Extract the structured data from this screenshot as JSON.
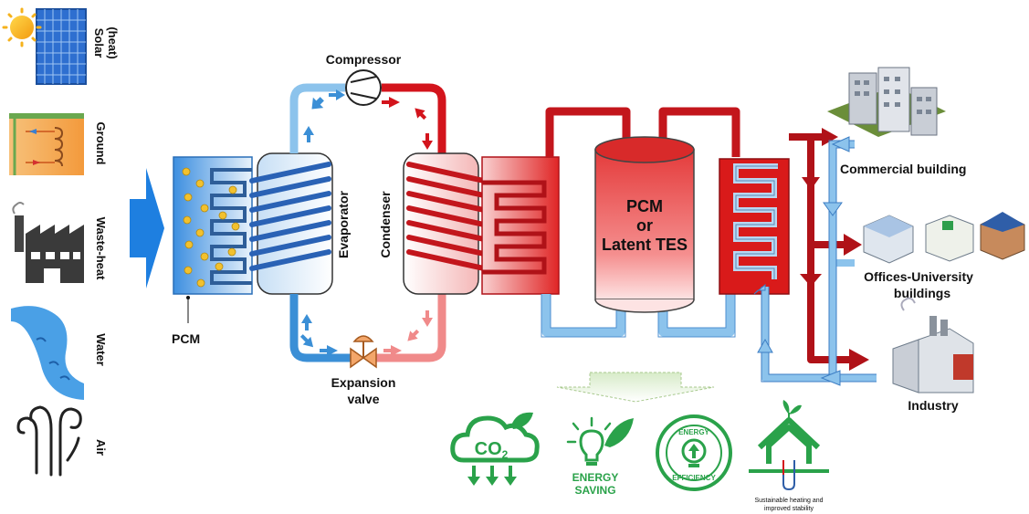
{
  "sources": [
    {
      "label": "Solar (heat)",
      "line1": "Solar",
      "line2": "(heat)",
      "icon": "solar-panel-icon"
    },
    {
      "label": "Ground",
      "icon": "ground-loop-icon"
    },
    {
      "label": "Waste-heat",
      "icon": "factory-icon"
    },
    {
      "label": "Water",
      "icon": "water-flow-icon"
    },
    {
      "label": "Air",
      "icon": "air-wind-icon"
    }
  ],
  "components": {
    "compressor": "Compressor",
    "evaporator": "Evaporator",
    "condenser": "Condenser",
    "expansion_valve_line1": "Expansion",
    "expansion_valve_line2": "valve",
    "pcm": "PCM",
    "storage_line1": "PCM",
    "storage_line2": "or",
    "storage_line3": "Latent TES"
  },
  "consumers": {
    "commercial": "Commercial building",
    "offices_line1": "Offices-University",
    "offices_line2": "buildings",
    "industry": "Industry"
  },
  "benefits": {
    "co2": "CO",
    "co2_sub": "2",
    "energy_saving_line1": "ENERGY",
    "energy_saving_line2": "SAVING",
    "efficiency_top": "ENERGY",
    "efficiency_bottom": "EFFICIENCY",
    "sustainable_line1": "Sustainable heating and",
    "sustainable_line2": "improved stability"
  },
  "colors": {
    "hot": "#d3141c",
    "hot_dark": "#b01218",
    "cold": "#3b8fd6",
    "cold_light": "#8cc3ec",
    "green": "#2aa24a",
    "pcm_dot": "#f2c12e",
    "arrow_blue": "#1e7fe0"
  }
}
